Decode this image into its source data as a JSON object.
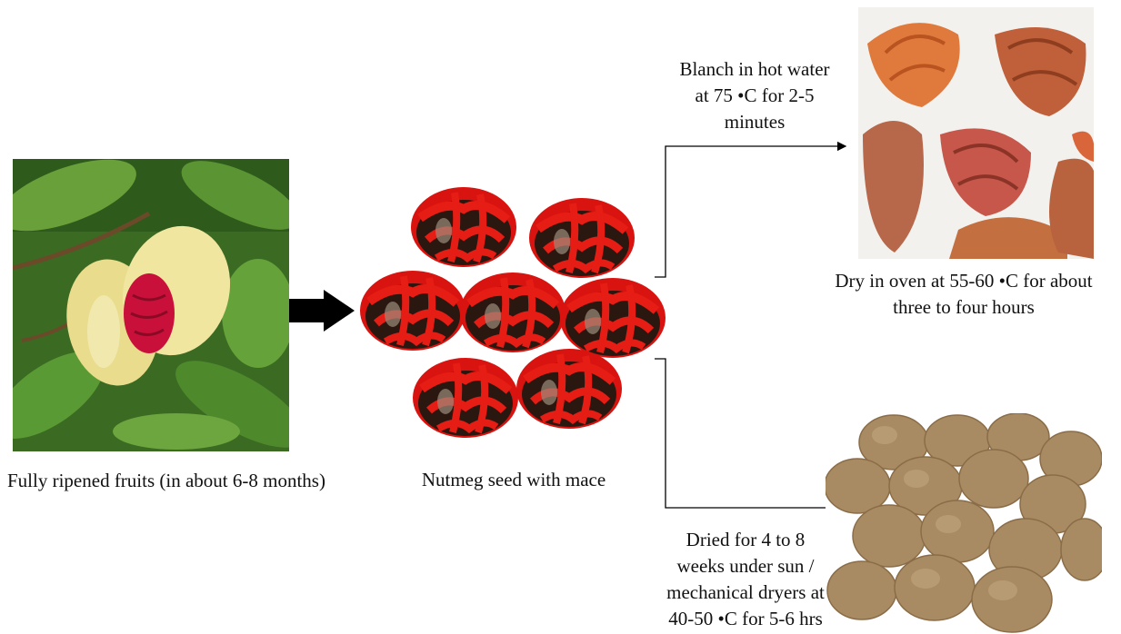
{
  "stage_fruit": {
    "caption": "Fully ripened fruits (in about 6-8 months)"
  },
  "stage_seed": {
    "caption": "Nutmeg seed with mace"
  },
  "stage_mace_dried": {
    "step_text": "Blanch in hot water\nat 75 •C for 2-5\nminutes",
    "caption": "Dry in oven at 55-60 •C for about\nthree to four hours"
  },
  "stage_nutmeg_dried": {
    "step_text": "Dried for 4 to 8\nweeks under sun /\nmechanical dryers at\n40-50 •C for 5-6 hrs"
  },
  "colors": {
    "arrow": "#000000",
    "mace_red": "#e11b12",
    "seed_dark": "#2a1810",
    "leaf_green": "#4f8a2c",
    "fruit_yellow": "#efe49a",
    "dried_mace": "#c86a3a",
    "nutmeg_brown": "#a98b63"
  }
}
